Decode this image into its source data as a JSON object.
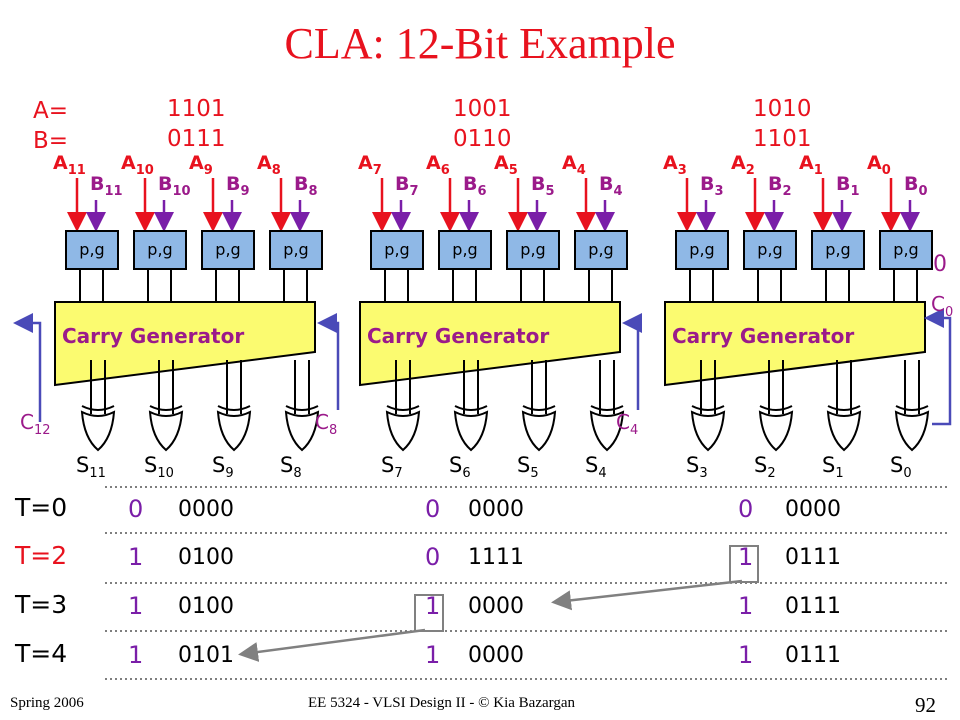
{
  "title": "CLA: 12-Bit Example",
  "operands": {
    "a_label": "A=",
    "b_label": "B=",
    "a_groups": [
      "1101",
      "1001",
      "1010"
    ],
    "b_groups": [
      "0111",
      "0110",
      "1101"
    ]
  },
  "inputs": {
    "a": [
      {
        "base": "A",
        "sub": "11"
      },
      {
        "base": "A",
        "sub": "10"
      },
      {
        "base": "A",
        "sub": "9"
      },
      {
        "base": "A",
        "sub": "8"
      },
      {
        "base": "A",
        "sub": "7"
      },
      {
        "base": "A",
        "sub": "6"
      },
      {
        "base": "A",
        "sub": "5"
      },
      {
        "base": "A",
        "sub": "4"
      },
      {
        "base": "A",
        "sub": "3"
      },
      {
        "base": "A",
        "sub": "2"
      },
      {
        "base": "A",
        "sub": "1"
      },
      {
        "base": "A",
        "sub": "0"
      }
    ],
    "b": [
      {
        "base": "B",
        "sub": "11"
      },
      {
        "base": "B",
        "sub": "10"
      },
      {
        "base": "B",
        "sub": "9"
      },
      {
        "base": "B",
        "sub": "8"
      },
      {
        "base": "B",
        "sub": "7"
      },
      {
        "base": "B",
        "sub": "6"
      },
      {
        "base": "B",
        "sub": "5"
      },
      {
        "base": "B",
        "sub": "4"
      },
      {
        "base": "B",
        "sub": "3"
      },
      {
        "base": "B",
        "sub": "2"
      },
      {
        "base": "B",
        "sub": "1"
      },
      {
        "base": "B",
        "sub": "0"
      }
    ]
  },
  "pg_label": "p,g",
  "carry_generator_label": "Carry Generator",
  "carries": {
    "c0_value": "0",
    "c0": {
      "base": "C",
      "sub": "0"
    },
    "c4": {
      "base": "C",
      "sub": "4"
    },
    "c8": {
      "base": "C",
      "sub": "8"
    },
    "c12": {
      "base": "C",
      "sub": "12"
    }
  },
  "sums": [
    {
      "base": "S",
      "sub": "11"
    },
    {
      "base": "S",
      "sub": "10"
    },
    {
      "base": "S",
      "sub": "9"
    },
    {
      "base": "S",
      "sub": "8"
    },
    {
      "base": "S",
      "sub": "7"
    },
    {
      "base": "S",
      "sub": "6"
    },
    {
      "base": "S",
      "sub": "5"
    },
    {
      "base": "S",
      "sub": "4"
    },
    {
      "base": "S",
      "sub": "3"
    },
    {
      "base": "S",
      "sub": "2"
    },
    {
      "base": "S",
      "sub": "1"
    },
    {
      "base": "S",
      "sub": "0"
    }
  ],
  "timeline": [
    {
      "label": "T=0",
      "label_color": "#000000",
      "groups": [
        {
          "carry": "0",
          "sum": "0000"
        },
        {
          "carry": "0",
          "sum": "0000"
        },
        {
          "carry": "0",
          "sum": "0000"
        }
      ]
    },
    {
      "label": "T=2",
      "label_color": "#e8121e",
      "groups": [
        {
          "carry": "1",
          "sum": "0100"
        },
        {
          "carry": "0",
          "sum": "1111"
        },
        {
          "carry": "1",
          "sum": "0111"
        }
      ]
    },
    {
      "label": "T=3",
      "label_color": "#000000",
      "groups": [
        {
          "carry": "1",
          "sum": "0100"
        },
        {
          "carry": "1",
          "sum": "0000"
        },
        {
          "carry": "1",
          "sum": "0111"
        }
      ]
    },
    {
      "label": "T=4",
      "label_color": "#000000",
      "groups": [
        {
          "carry": "1",
          "sum": "0101"
        },
        {
          "carry": "1",
          "sum": "0000"
        },
        {
          "carry": "1",
          "sum": "0111"
        }
      ]
    }
  ],
  "footer": {
    "left": "Spring 2006",
    "center": "EE 5324 - VLSI Design II - © Kia Bazargan",
    "page": "92"
  },
  "colors": {
    "title": "#e8121e",
    "input_arrow_a": "#e8121e",
    "input_arrow_b": "#7a1ea8",
    "pg_box": "#8fb8e6",
    "carry_generator_fill": "#fbfb70",
    "carry_arrow": "#4a4ab8",
    "carry_bit": "#7a1ea8",
    "highlight_box": "#808080"
  }
}
